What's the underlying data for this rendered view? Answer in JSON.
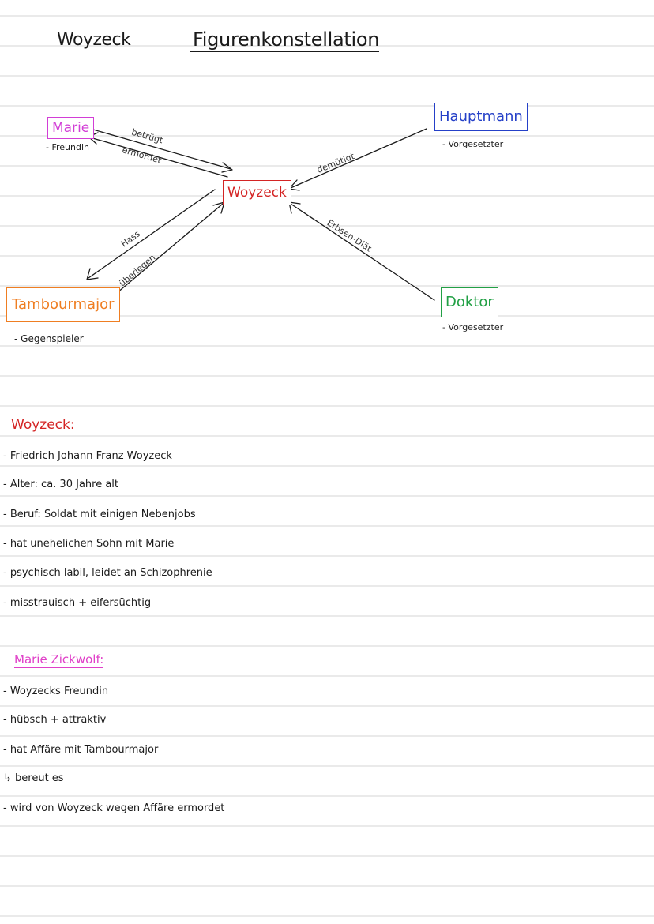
{
  "topic": "Woyzeck",
  "title": "Figurenkonstellation",
  "diagram": {
    "nodes": {
      "marie": {
        "label": "Marie",
        "role": "- Freundin",
        "color": "#d23ed6"
      },
      "hauptmann": {
        "label": "Hauptmann",
        "role": "- Vorgesetzter",
        "color": "#2540c8"
      },
      "woyzeck": {
        "label": "Woyzeck",
        "color": "#d42424"
      },
      "tambourmajor": {
        "label": "Tambourmajor",
        "role": "- Gegenspieler",
        "color": "#ef7e22"
      },
      "doktor": {
        "label": "Doktor",
        "role": "- Vorgesetzter",
        "color": "#22a045"
      }
    },
    "edges": {
      "marie_betruegt": "betrügt",
      "woyzeck_ermordet": "ermordet",
      "hauptmann_demuetigt": "demütigt",
      "doktor_erbsen": "Erbsen-Diät",
      "woyzeck_hass": "Hass",
      "tambourmajor_ueberlegen": "überlegen"
    }
  },
  "woyzeck_section": {
    "heading": "Woyzeck:",
    "color": "#d42424",
    "points": [
      "- Friedrich Johann Franz Woyzeck",
      "- Alter: ca. 30 Jahre alt",
      "- Beruf: Soldat mit einigen Nebenjobs",
      "- hat unehelichen Sohn mit Marie",
      "- psychisch labil, leidet an Schizophrenie",
      "- misstrauisch + eifersüchtig"
    ]
  },
  "marie_section": {
    "heading": "Marie Zickwolf:",
    "color": "#e040c8",
    "points": [
      "- Woyzecks Freundin",
      "- hübsch + attraktiv",
      "- hat Affäre mit Tambourmajor",
      "↳ bereut es",
      "- wird von Woyzeck wegen Affäre ermordet"
    ]
  }
}
